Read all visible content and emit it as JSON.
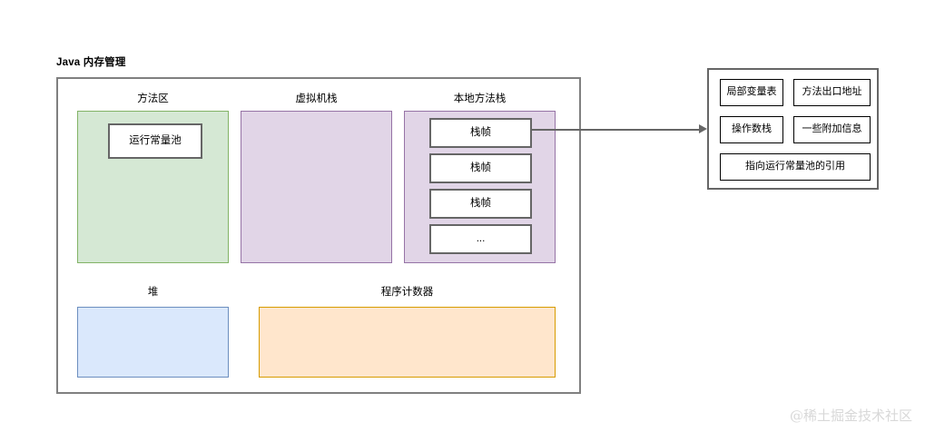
{
  "diagram": {
    "title": "Java 内存管理",
    "watermark": "@稀土掘金技术社区"
  },
  "memory_areas": {
    "method_area": {
      "caption": "方法区",
      "color": "#d5e8d4",
      "border_color": "#82b366",
      "inner_box_label": "运行常量池"
    },
    "vm_stack": {
      "caption": "虚拟机栈",
      "color": "#e1d5e7",
      "border_color": "#9673a6"
    },
    "native_method_stack": {
      "caption": "本地方法栈",
      "color": "#e1d5e7",
      "border_color": "#9673a6",
      "frames": [
        {
          "label": "栈帧"
        },
        {
          "label": "栈帧"
        },
        {
          "label": "栈帧"
        },
        {
          "label": "..."
        }
      ]
    },
    "heap": {
      "caption": "堆",
      "color": "#dae8fc",
      "border_color": "#6c8ebf"
    },
    "program_counter": {
      "caption": "程序计数器",
      "color": "#ffe6cc",
      "border_color": "#d79b00"
    }
  },
  "frame_detail": {
    "items": [
      {
        "label": "局部变量表"
      },
      {
        "label": "方法出口地址"
      },
      {
        "label": "操作数栈"
      },
      {
        "label": "一些附加信息"
      },
      {
        "label": "指向运行常量池的引用"
      }
    ]
  }
}
